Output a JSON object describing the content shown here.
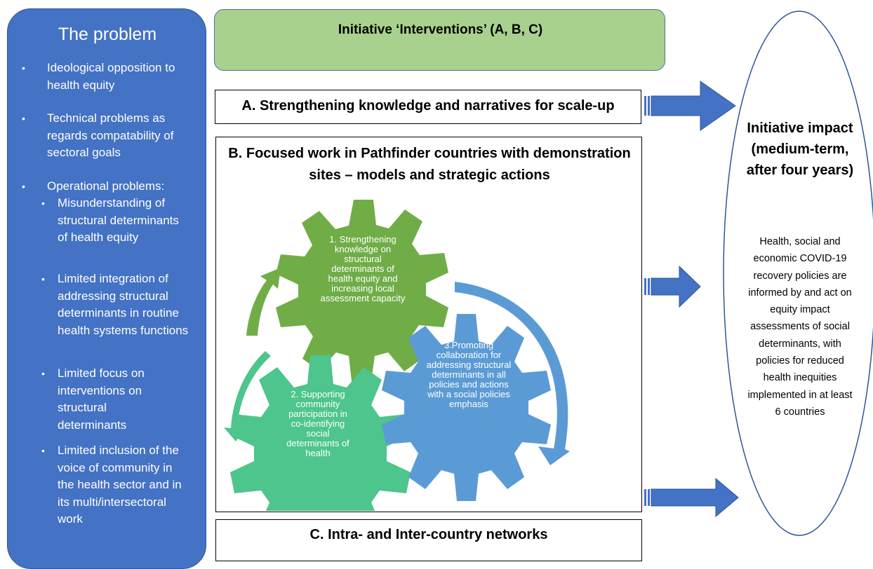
{
  "problem": {
    "title": "The problem",
    "bullets": [
      "Ideological opposition to health equity",
      "Technical problems as regards compatability of sectoral goals",
      "Operational problems:"
    ],
    "sub_bullets": [
      "Misunderstanding of structural determinants of health equity",
      "Limited integration of addressing structural determinants in routine health systems functions",
      "Limited focus on interventions on structural determinants",
      "Limited inclusion of the voice of community in the health sector and in its multi/intersectoral work"
    ]
  },
  "interventions": {
    "title": "Initiative ‘Interventions’ (A, B, C)"
  },
  "box_a": {
    "title": "A. Strengthening knowledge and narratives for scale-up"
  },
  "box_b": {
    "title": "B. Focused work in Pathfinder countries with demonstration sites – models and strategic actions",
    "gears": [
      "1. Strengthening knowledge on structural determinants of health equity and increasing local assessment capacity",
      "2. Supporting community participation in co-identifying social determinants of health",
      "3.Promoting collaboration for addressing structural determinants in all policies and actions with a social policies emphasis"
    ]
  },
  "box_c": {
    "title": "C. Intra- and Inter-country networks"
  },
  "impact": {
    "title": "Initiative impact (medium-term, after four years)",
    "body": "Health, social and economic COVID-19 recovery policies are informed by and act on equity impact assessments of social determinants, with policies for reduced health inequities implemented in at least 6 countries"
  },
  "colors": {
    "problem_fill": "#4472c4",
    "interventions_fill": "#a9d18e",
    "gear1": "#70ad47",
    "gear2": "#4dc58c",
    "gear3": "#5b9bd5",
    "arrow": "#4472c4"
  }
}
